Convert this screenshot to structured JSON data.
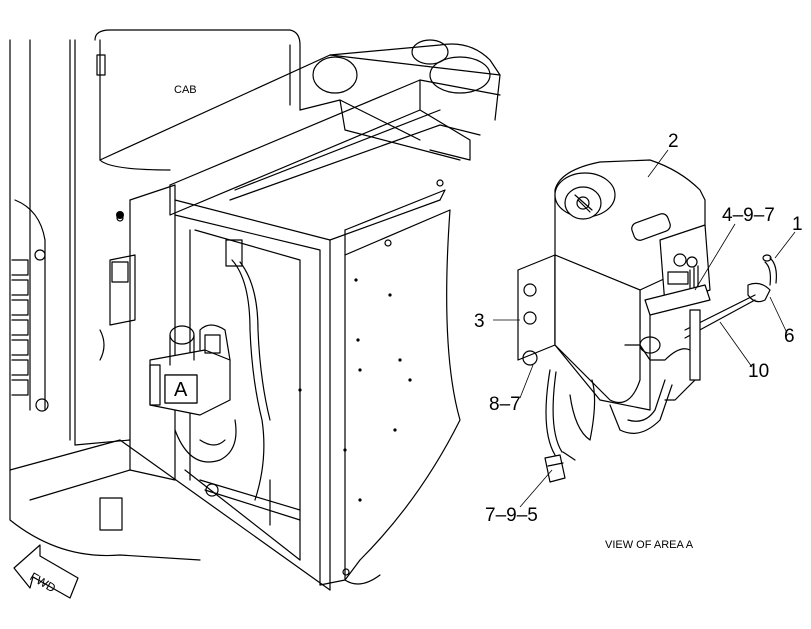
{
  "labels": {
    "cab": "CAB",
    "area_marker": "A",
    "view_caption": "VIEW OF AREA A",
    "fwd": "FWD"
  },
  "callouts": {
    "c1": "1",
    "c2": "2",
    "c3": "3",
    "c6": "6",
    "c10": "10",
    "c4_9_7": "4–9–7",
    "c8_7": "8–7",
    "c7_9_5": "7–9–5"
  }
}
